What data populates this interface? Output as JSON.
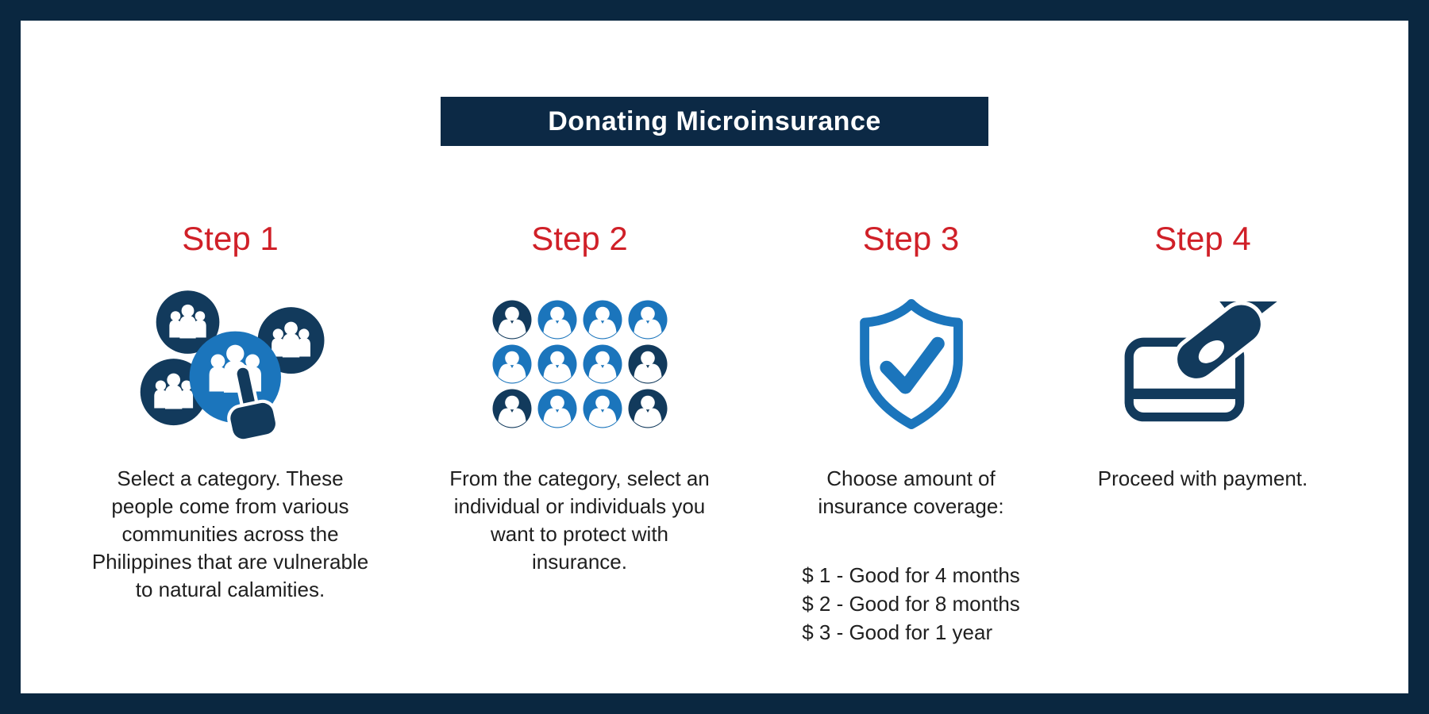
{
  "title": {
    "label": "Donating Microinsurance"
  },
  "steps": [
    {
      "label": "Step 1",
      "icon": "category-people-select-icon",
      "description": "Select a category. These people come from various communities across the Philippines that are vulnerable to natural calamities."
    },
    {
      "label": "Step 2",
      "icon": "people-grid-icon",
      "description": "From the category, select an individual or individuals you want to protect with insurance."
    },
    {
      "label": "Step 3",
      "icon": "shield-check-icon",
      "description": "Choose amount of insurance coverage:",
      "options": [
        "$ 1 - Good for 4 months",
        "$ 2 - Good for 8 months",
        "$ 3 - Good for 1 year"
      ]
    },
    {
      "label": "Step 4",
      "icon": "credit-card-payment-icon",
      "description": "Proceed with payment."
    }
  ],
  "icons": {
    "people_grid": {
      "rows": 3,
      "cols": 4,
      "pattern": [
        [
          "dark",
          "light",
          "light",
          "light"
        ],
        [
          "light",
          "light",
          "light",
          "dark"
        ],
        [
          "dark",
          "light",
          "light",
          "dark"
        ]
      ]
    }
  },
  "colors": {
    "frame_navy": "#0A2740",
    "icon_navy": "#123A5C",
    "accent_blue": "#1B75BC",
    "step_red": "#D02028",
    "text": "#1F1F1F",
    "title_text": "#FFFFFF",
    "background": "#FFFFFF"
  }
}
